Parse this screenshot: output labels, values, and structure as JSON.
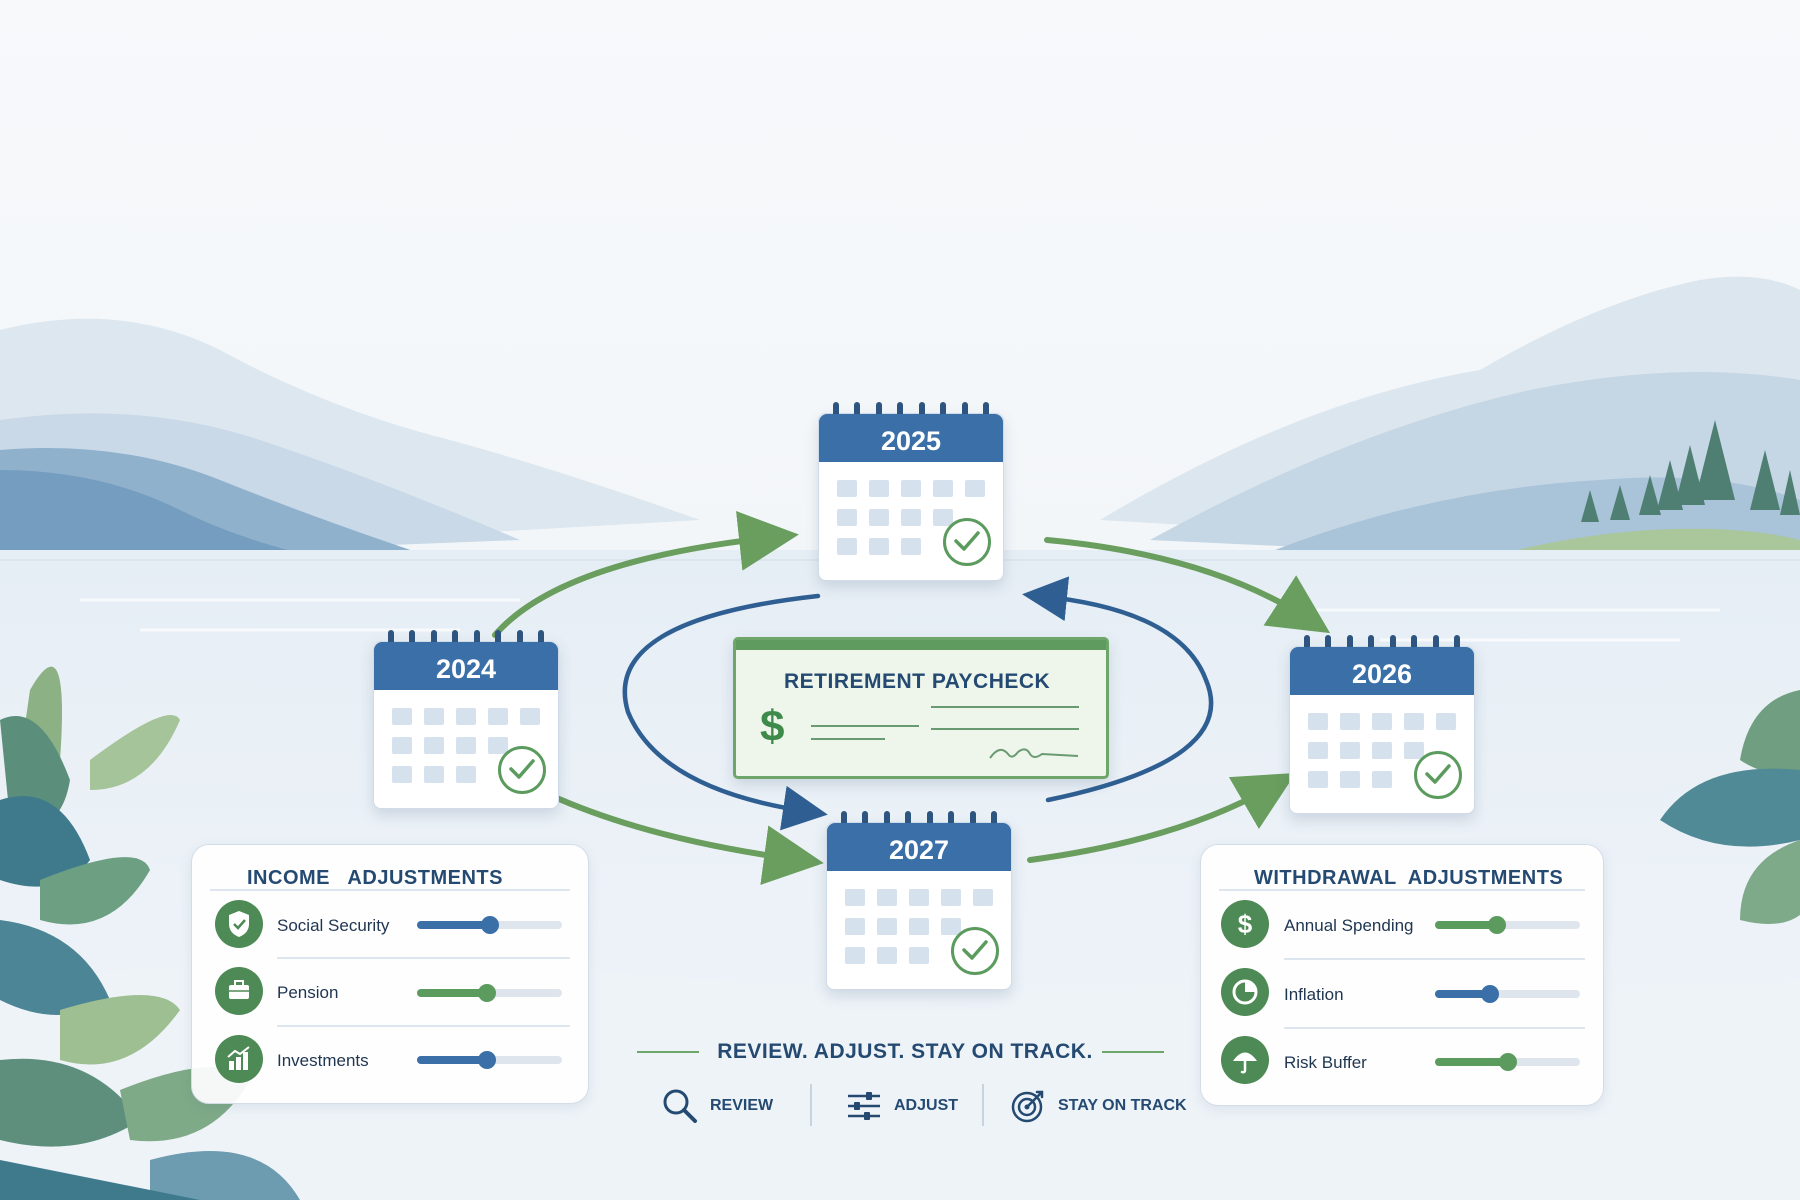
{
  "calendars": [
    {
      "id": "2024",
      "year": "2024"
    },
    {
      "id": "2025",
      "year": "2025"
    },
    {
      "id": "2026",
      "year": "2026"
    },
    {
      "id": "2027",
      "year": "2027"
    }
  ],
  "paycheck": {
    "title": "RETIREMENT PAYCHECK",
    "currency_symbol": "$"
  },
  "income_panel": {
    "title": "INCOME   ADJUSTMENTS",
    "rows": [
      {
        "label": "Social Security",
        "icon": "shield-check-icon",
        "level": 0.5,
        "color": "#3a6fa8"
      },
      {
        "label": "Pension",
        "icon": "briefcase-icon",
        "level": 0.48,
        "color": "#5b9b5e"
      },
      {
        "label": "Investments",
        "icon": "bar-chart-icon",
        "level": 0.48,
        "color": "#3a6fa8"
      }
    ]
  },
  "withdrawal_panel": {
    "title": "WITHDRAWAL  ADJUSTMENTS",
    "rows": [
      {
        "label": "Annual Spending",
        "icon": "dollar-icon",
        "level": 0.43,
        "color": "#5b9b5e"
      },
      {
        "label": "Inflation",
        "icon": "pie-chart-icon",
        "level": 0.38,
        "color": "#3a6fa8"
      },
      {
        "label": "Risk Buffer",
        "icon": "umbrella-icon",
        "level": 0.5,
        "color": "#5b9b5e"
      }
    ]
  },
  "tagline": "REVIEW.  ADJUST. STAY ON TRACK.",
  "actions": [
    {
      "label": "REVIEW",
      "icon": "magnifier-icon"
    },
    {
      "label": "ADJUST",
      "icon": "sliders-icon"
    },
    {
      "label": "STAY ON TRACK",
      "icon": "target-icon"
    }
  ],
  "colors": {
    "blue": "#3a6fa8",
    "green": "#5b9b5e",
    "navy": "#254a72"
  }
}
